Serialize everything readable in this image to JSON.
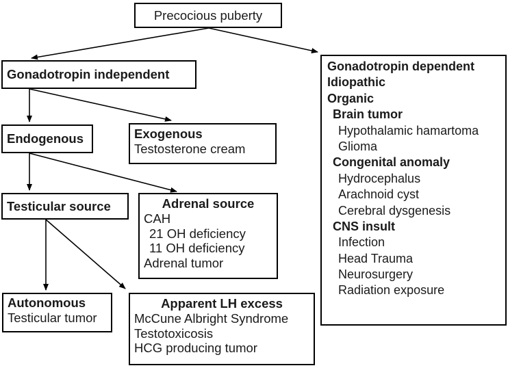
{
  "diagram": {
    "title_node": {
      "label": "Precocious puberty"
    },
    "nodes": {
      "gonadotropin_independent": {
        "title": "Gonadotropin independent"
      },
      "endogenous": {
        "title": "Endogenous"
      },
      "exogenous": {
        "title": "Exogenous",
        "items": [
          "Testosterone cream"
        ]
      },
      "testicular_source": {
        "title": "Testicular source"
      },
      "adrenal_source": {
        "title": "Adrenal source",
        "items": [
          "CAH",
          "21 OH deficiency",
          "11 OH deficiency",
          "Adrenal tumor"
        ]
      },
      "autonomous": {
        "title": "Autonomous",
        "items": [
          "Testicular tumor"
        ]
      },
      "apparent_lh_excess": {
        "title": "Apparent LH excess",
        "items": [
          "McCune Albright Syndrome",
          "Testotoxicosis",
          "HCG producing tumor"
        ]
      },
      "gonadotropin_dependent": {
        "title": "Gonadotropin dependent",
        "idiopathic": "Idiopathic",
        "organic": "Organic",
        "groups": [
          {
            "heading": "Brain tumor",
            "items": [
              "Hypothalamic hamartoma",
              "Glioma"
            ]
          },
          {
            "heading": "Congenital anomaly",
            "items": [
              "Hydrocephalus",
              "Arachnoid cyst",
              "Cerebral dysgenesis"
            ]
          },
          {
            "heading": "CNS insult",
            "items": [
              "Infection",
              "Head Trauma",
              "Neurosurgery",
              "Radiation exposure"
            ]
          }
        ]
      }
    },
    "colors": {
      "border": "#000000",
      "text": "#1a1a1a",
      "background": "#ffffff"
    }
  }
}
